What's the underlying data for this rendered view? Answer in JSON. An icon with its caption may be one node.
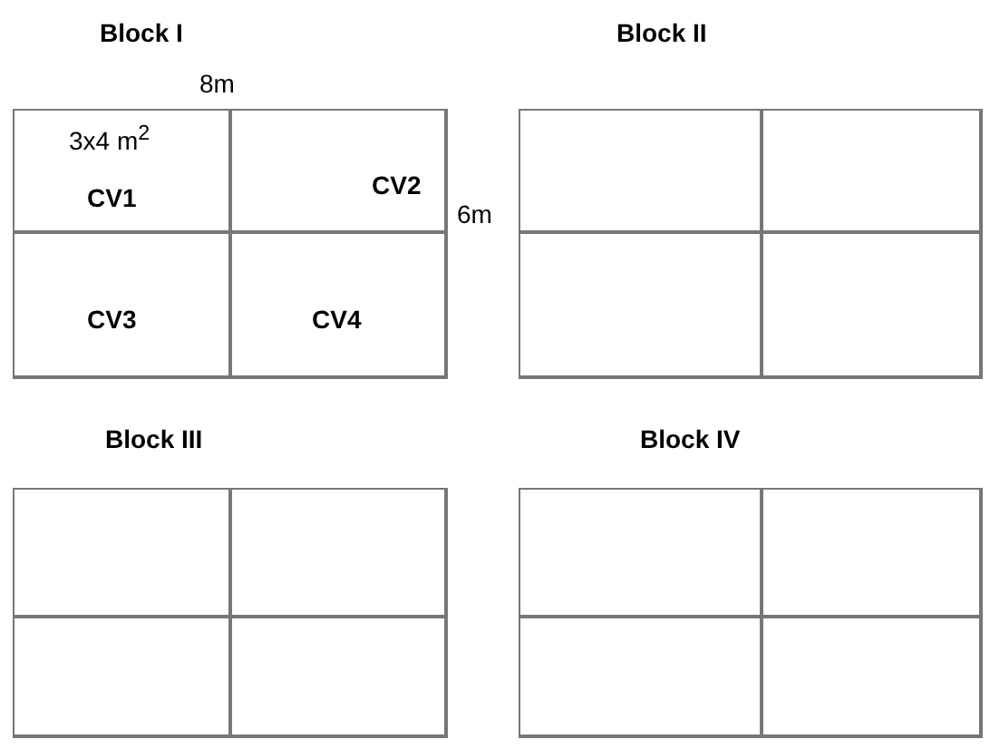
{
  "diagram": {
    "nodes": [
      {
        "text": [
          "Block I"
        ]
      },
      {
        "text": [
          "3x4 m$^{2}$",
          "CV1"
        ],
        "in": 0
      },
      {
        "text": [
          "CV2"
        ],
        "in": 0
      },
      {
        "text": [
          "CV3"
        ],
        "in": 0
      },
      {
        "text": [
          "CV4"
        ],
        "in": 0
      },
      {
        "text": [
          "Block II"
        ]
      },
      {
        "text": [],
        "shape": "box",
        "in": 5
      },
      {
        "text": [],
        "shape": "box",
        "in": 5
      },
      {
        "text": [],
        "shape": "box",
        "in": 5
      },
      {
        "text": [],
        "shape": "box",
        "in": 5
      },
      {
        "text": [
          "Block III"
        ]
      },
      {
        "text": [],
        "shape": "box",
        "in": 10
      },
      {
        "text": [],
        "shape": "box",
        "in": 10
      },
      {
        "text": [],
        "shape": "box",
        "in": 10
      },
      {
        "text": [],
        "shape": "box",
        "in": 10
      },
      {
        "text": [
          "Block IV"
        ]
      },
      {
        "text": [],
        "shape": "box",
        "in": 15
      },
      {
        "text": [],
        "shape": "box",
        "in": 15
      },
      {
        "text": [],
        "shape": "box",
        "in": 15
      },
      {
        "text": [],
        "shape": "box",
        "in": 15
      }
    ],
    "edges": [],
    "labels": [
      "8m",
      "6m"
    ]
  }
}
